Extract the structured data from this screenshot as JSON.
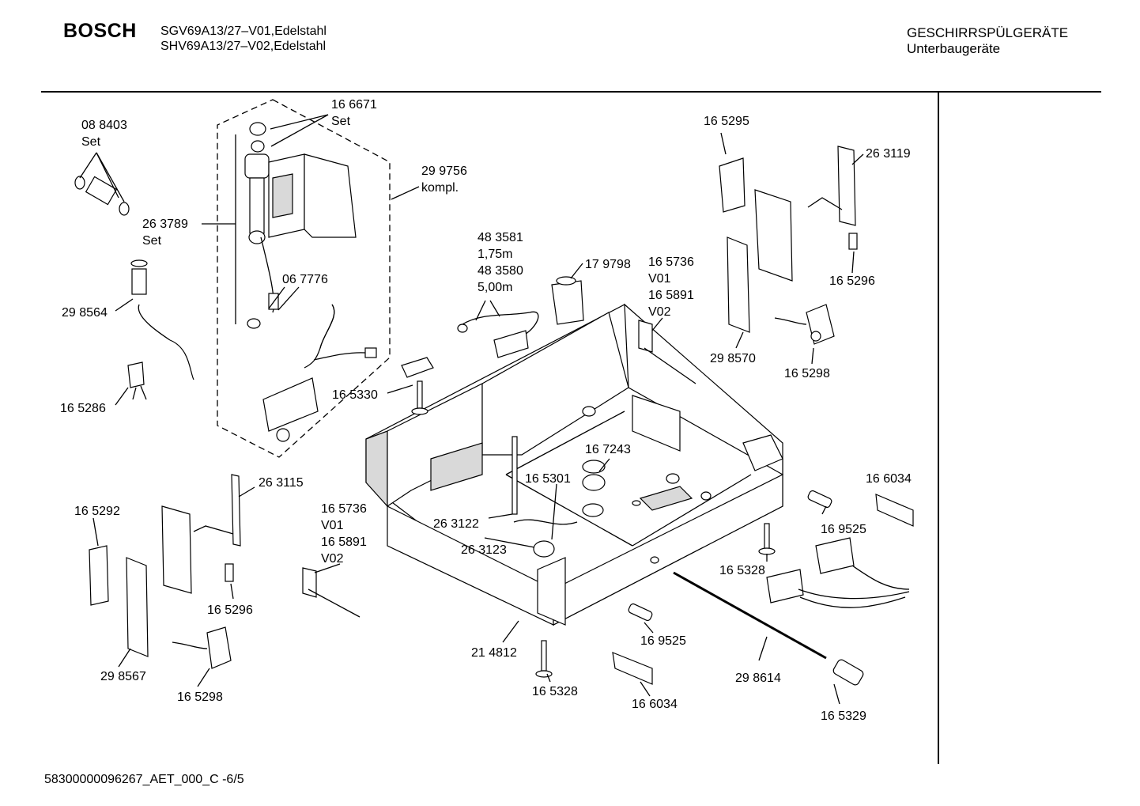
{
  "header": {
    "brand": "BOSCH",
    "model_line_1": "SGV69A13/27–V01,Edelstahl",
    "model_line_2": "SHV69A13/27–V02,Edelstahl",
    "category_line_1": "GESCHIRRSPÜLGERÄTE",
    "category_line_2": "Unterbaugeräte"
  },
  "footer": {
    "document_id": "58300000096267_AET_000_C -6/5"
  },
  "parts": [
    {
      "id": "p-088403",
      "lines": [
        "08 8403",
        "Set"
      ]
    },
    {
      "id": "p-166671",
      "lines": [
        "16 6671",
        "Set"
      ]
    },
    {
      "id": "p-299756",
      "lines": [
        "29 9756",
        "kompl."
      ]
    },
    {
      "id": "p-263789",
      "lines": [
        "26 3789",
        "Set"
      ]
    },
    {
      "id": "p-298564",
      "lines": [
        "29 8564"
      ]
    },
    {
      "id": "p-067776",
      "lines": [
        "06 7776"
      ]
    },
    {
      "id": "p-165286",
      "lines": [
        "16 5286"
      ]
    },
    {
      "id": "p-165330",
      "lines": [
        "16 5330"
      ]
    },
    {
      "id": "p-483581",
      "lines": [
        "48 3581",
        "1,75m",
        "48 3580",
        "5,00m"
      ]
    },
    {
      "id": "p-179798",
      "lines": [
        "17 9798"
      ]
    },
    {
      "id": "p-165736-top",
      "lines": [
        "16 5736",
        "V01",
        "16 5891",
        "V02"
      ]
    },
    {
      "id": "p-165295",
      "lines": [
        "16 5295"
      ]
    },
    {
      "id": "p-263119",
      "lines": [
        "26 3119"
      ]
    },
    {
      "id": "p-165296-top",
      "lines": [
        "16 5296"
      ]
    },
    {
      "id": "p-298570",
      "lines": [
        "29 8570"
      ]
    },
    {
      "id": "p-165298-top",
      "lines": [
        "16 5298"
      ]
    },
    {
      "id": "p-167243",
      "lines": [
        "16 7243"
      ]
    },
    {
      "id": "p-165301",
      "lines": [
        "16 5301"
      ]
    },
    {
      "id": "p-263115",
      "lines": [
        "26 3115"
      ]
    },
    {
      "id": "p-165292",
      "lines": [
        "16 5292"
      ]
    },
    {
      "id": "p-165736-bot",
      "lines": [
        "16 5736",
        "V01",
        "16 5891",
        "V02"
      ]
    },
    {
      "id": "p-263122",
      "lines": [
        "26 3122"
      ]
    },
    {
      "id": "p-263123",
      "lines": [
        "26 3123"
      ]
    },
    {
      "id": "p-165296-bot",
      "lines": [
        "16 5296"
      ]
    },
    {
      "id": "p-298567",
      "lines": [
        "29 8567"
      ]
    },
    {
      "id": "p-165298-bot",
      "lines": [
        "16 5298"
      ]
    },
    {
      "id": "p-214812",
      "lines": [
        "21 4812"
      ]
    },
    {
      "id": "p-165328-bot",
      "lines": [
        "16 5328"
      ]
    },
    {
      "id": "p-169525-bot",
      "lines": [
        "16 9525"
      ]
    },
    {
      "id": "p-166034-bot",
      "lines": [
        "16 6034"
      ]
    },
    {
      "id": "p-298614",
      "lines": [
        "29 8614"
      ]
    },
    {
      "id": "p-165329",
      "lines": [
        "16 5329"
      ]
    },
    {
      "id": "p-166034-top",
      "lines": [
        "16 6034"
      ]
    },
    {
      "id": "p-169525-top",
      "lines": [
        "16 9525"
      ]
    },
    {
      "id": "p-165328-top",
      "lines": [
        "16 5328"
      ]
    }
  ]
}
